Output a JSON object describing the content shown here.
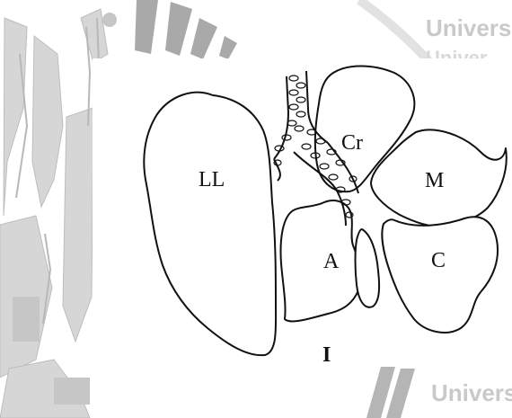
{
  "watermark": {
    "text_top": "Univers",
    "text_top2": "Univer",
    "text_bottom": "Univers",
    "color": "#c9c9c9"
  },
  "diagram": {
    "labels": {
      "left_lobe": "LL",
      "cranial": "Cr",
      "middle": "M",
      "accessory": "A",
      "caudal": "C",
      "figure_number": "I"
    },
    "stroke_color": "#111111"
  }
}
